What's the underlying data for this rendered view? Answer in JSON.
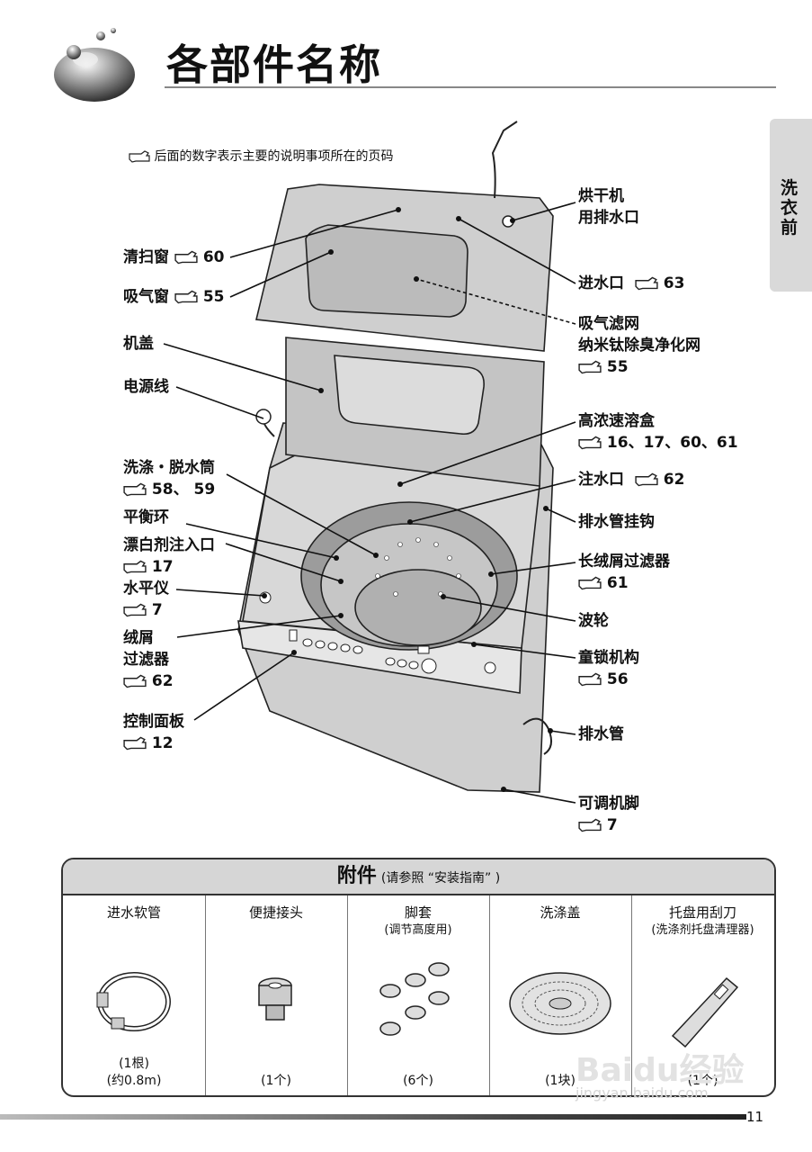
{
  "title": "各部件名称",
  "side_tab": "洗衣前",
  "note": "后面的数字表示主要的说明事项所在的页码",
  "labels_left": [
    {
      "lines": [
        "清扫窗"
      ],
      "page": "60"
    },
    {
      "lines": [
        "吸气窗"
      ],
      "page": "55"
    },
    {
      "lines": [
        "机盖"
      ],
      "page": ""
    },
    {
      "lines": [
        "电源线"
      ],
      "page": ""
    },
    {
      "lines": [
        "洗涤・脱水筒"
      ],
      "page": "58、 59"
    },
    {
      "lines": [
        "平衡环"
      ],
      "page": ""
    },
    {
      "lines": [
        "漂白剂注入口"
      ],
      "page": "17"
    },
    {
      "lines": [
        "水平仪"
      ],
      "page": "7"
    },
    {
      "lines": [
        "绒屑",
        "过滤器"
      ],
      "page": "62"
    },
    {
      "lines": [
        "控制面板"
      ],
      "page": "12"
    }
  ],
  "labels_right": [
    {
      "lines": [
        "烘干机",
        "用排水口"
      ],
      "page": ""
    },
    {
      "lines": [
        "进水口"
      ],
      "page": "63"
    },
    {
      "lines": [
        "吸气滤网",
        "纳米钛除臭净化网"
      ],
      "page": "55"
    },
    {
      "lines": [
        "高浓速溶盒"
      ],
      "page": "16、17、60、61"
    },
    {
      "lines": [
        "注水口"
      ],
      "page": "62"
    },
    {
      "lines": [
        "排水管挂钩"
      ],
      "page": ""
    },
    {
      "lines": [
        "长绒屑过滤器"
      ],
      "page": "61"
    },
    {
      "lines": [
        "波轮"
      ],
      "page": ""
    },
    {
      "lines": [
        "童锁机构"
      ],
      "page": "56"
    },
    {
      "lines": [
        "排水管"
      ],
      "page": ""
    },
    {
      "lines": [
        "可调机脚"
      ],
      "page": "7"
    }
  ],
  "accessories": {
    "title": "附件",
    "subtitle": "(请参照 “安装指南” )",
    "items": [
      {
        "name": "进水软管",
        "sub": "",
        "qty1": "(1根)",
        "qty2": "(约0.8m)"
      },
      {
        "name": "便捷接头",
        "sub": "",
        "qty1": "",
        "qty2": "(1个)"
      },
      {
        "name": "脚套",
        "sub": "(调节高度用)",
        "qty1": "",
        "qty2": "(6个)"
      },
      {
        "name": "洗涤盖",
        "sub": "",
        "qty1": "",
        "qty2": "(1块)"
      },
      {
        "name": "托盘用刮刀",
        "sub": "(洗涤剂托盘清理器)",
        "qty1": "",
        "qty2": "(1个)"
      }
    ]
  },
  "page_number": "11",
  "watermark": {
    "brand": "Baidu经验",
    "url": "jingyan.baidu.com"
  },
  "icons": {
    "pointer": "pointing-hand-icon",
    "logo": "sphere-logo-icon"
  },
  "colors": {
    "tab_gray": "#d9d9d9",
    "header_gray": "#d6d6d6",
    "line": "#222222"
  }
}
